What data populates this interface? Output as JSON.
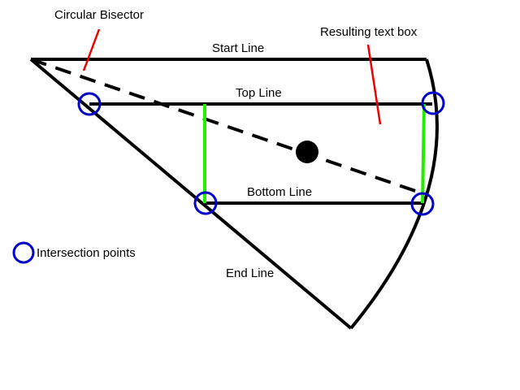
{
  "labels": {
    "circular_bisector": "Circular Bisector",
    "resulting_text_box": "Resulting text box",
    "start_line": "Start Line",
    "top_line": "Top Line",
    "bottom_line": "Bottom Line",
    "end_line": "End Line",
    "intersection_points": "Intersection points"
  },
  "colors": {
    "outline": "#000000",
    "text_box_sides": "#22ee00",
    "intersection_markers": "#0000cc",
    "callout_pointers": "#ee0000"
  }
}
